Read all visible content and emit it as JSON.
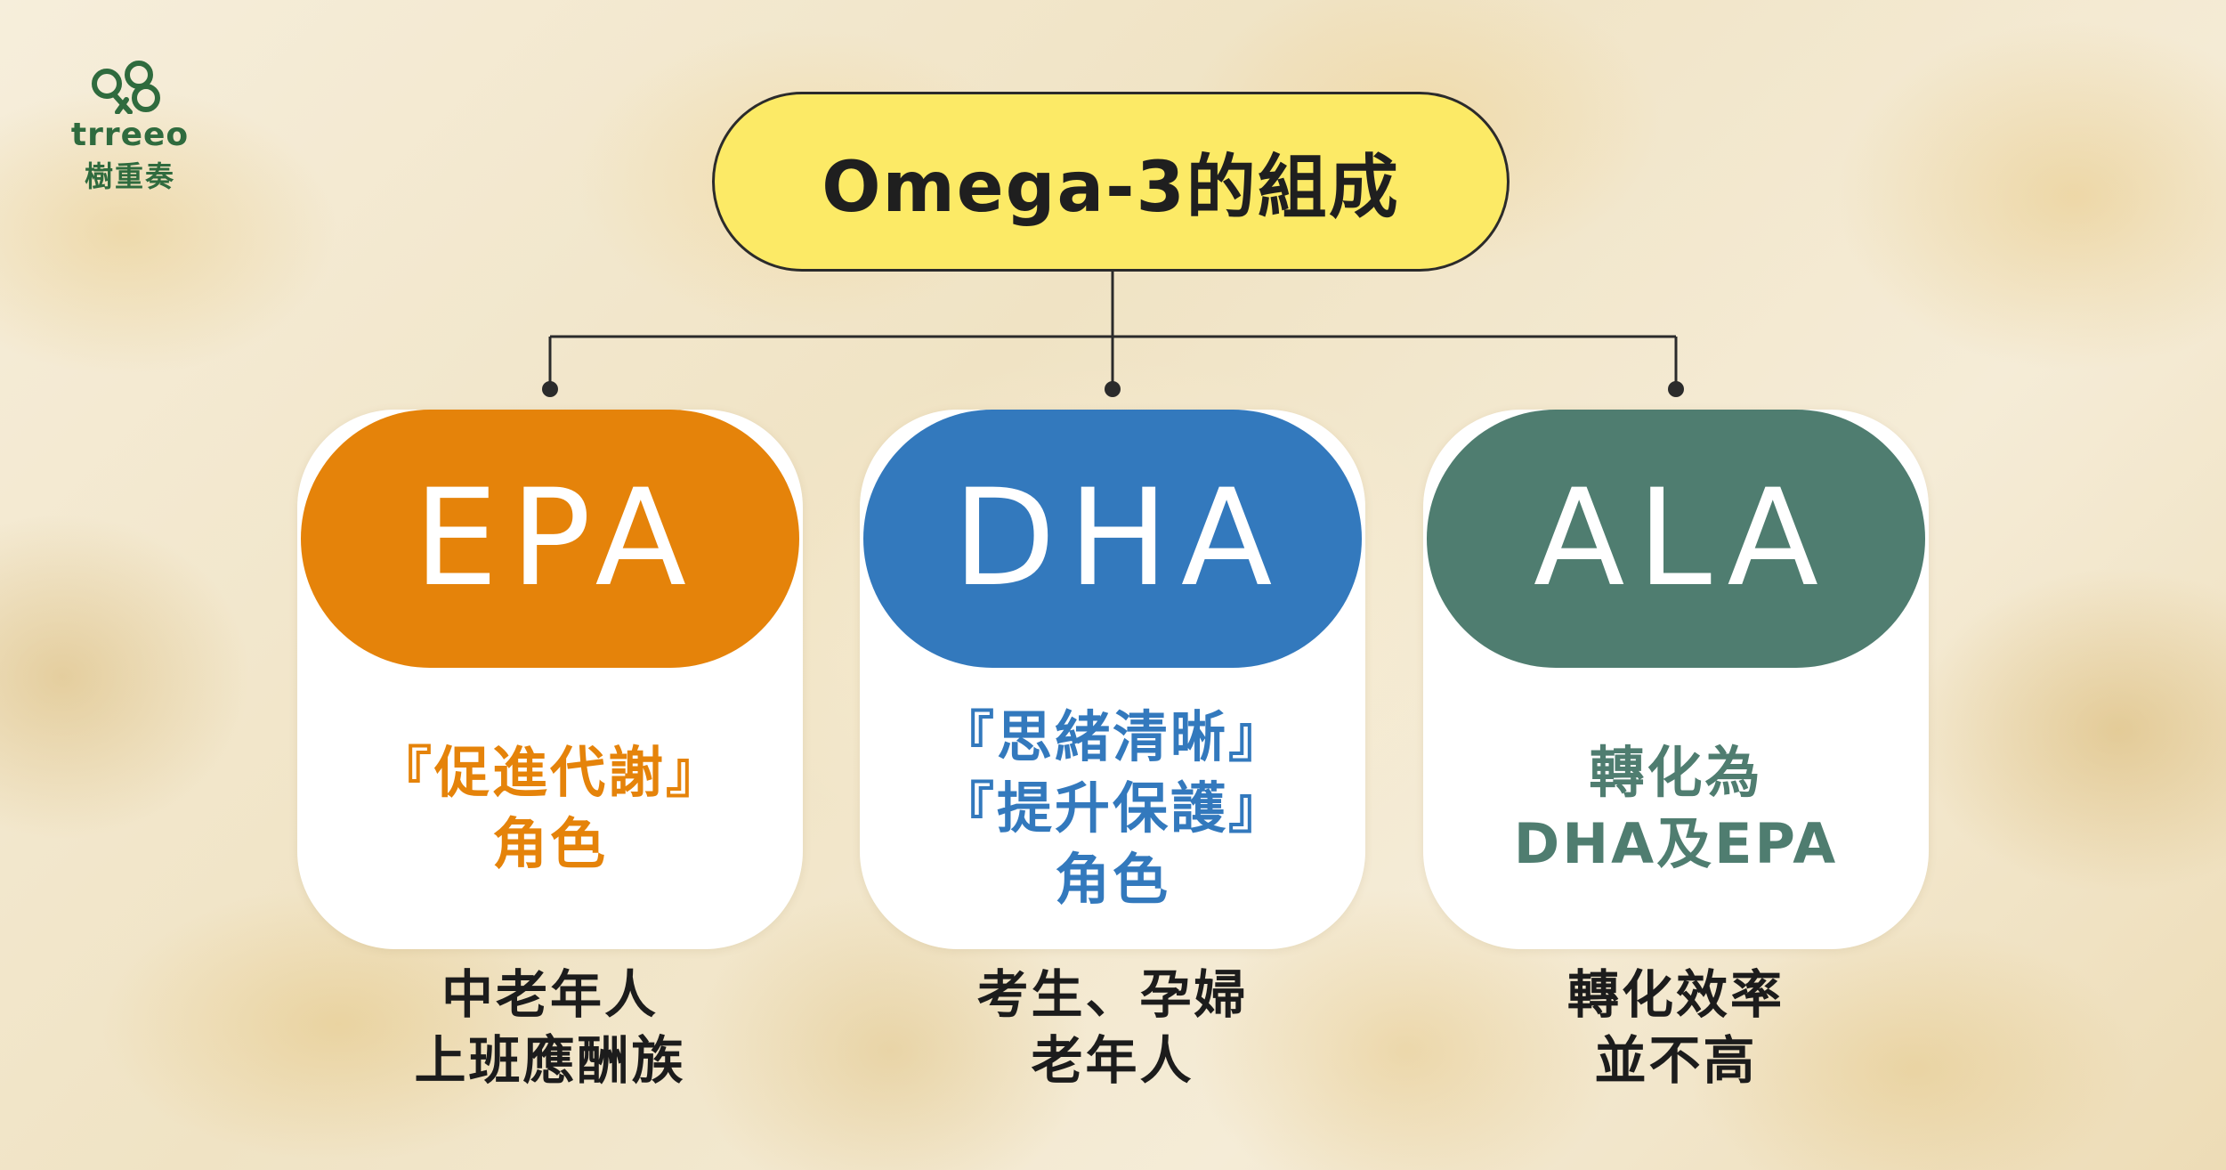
{
  "brand": {
    "wordmark": "trreeo",
    "name_cn": "樹重奏",
    "logo_icon": "tree-knot-logo-icon",
    "color": "#2f6b3e"
  },
  "title": "Omega-3的組成",
  "title_color": "#fcea66",
  "cards": [
    {
      "label": "EPA",
      "color": "#e5830a",
      "text_color": "#e5830a",
      "lines": [
        "『促進代謝』",
        "角色"
      ],
      "audience": [
        "中老年人",
        "上班應酬族"
      ]
    },
    {
      "label": "DHA",
      "color": "#3379bd",
      "text_color": "#3379bd",
      "lines": [
        "『思緒清晰』",
        "『提升保護』",
        "角色"
      ],
      "audience": [
        "考生、孕婦",
        "老年人"
      ]
    },
    {
      "label": "ALA",
      "color": "#4f7d70",
      "text_color": "#4f7d70",
      "lines": [
        "轉化為",
        "DHA及EPA"
      ],
      "audience": [
        "轉化效率",
        "並不高"
      ]
    }
  ]
}
